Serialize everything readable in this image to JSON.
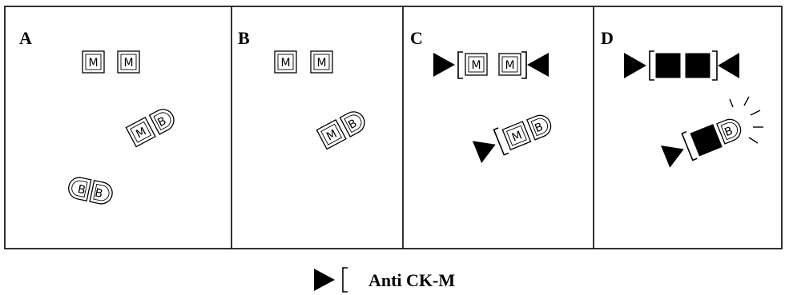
{
  "panels": [
    {
      "label": "A"
    },
    {
      "label": "B"
    },
    {
      "label": "C"
    },
    {
      "label": "D"
    }
  ],
  "subunits": {
    "m": "M",
    "b": "B"
  },
  "legend": {
    "text": "Anti CK-M"
  }
}
